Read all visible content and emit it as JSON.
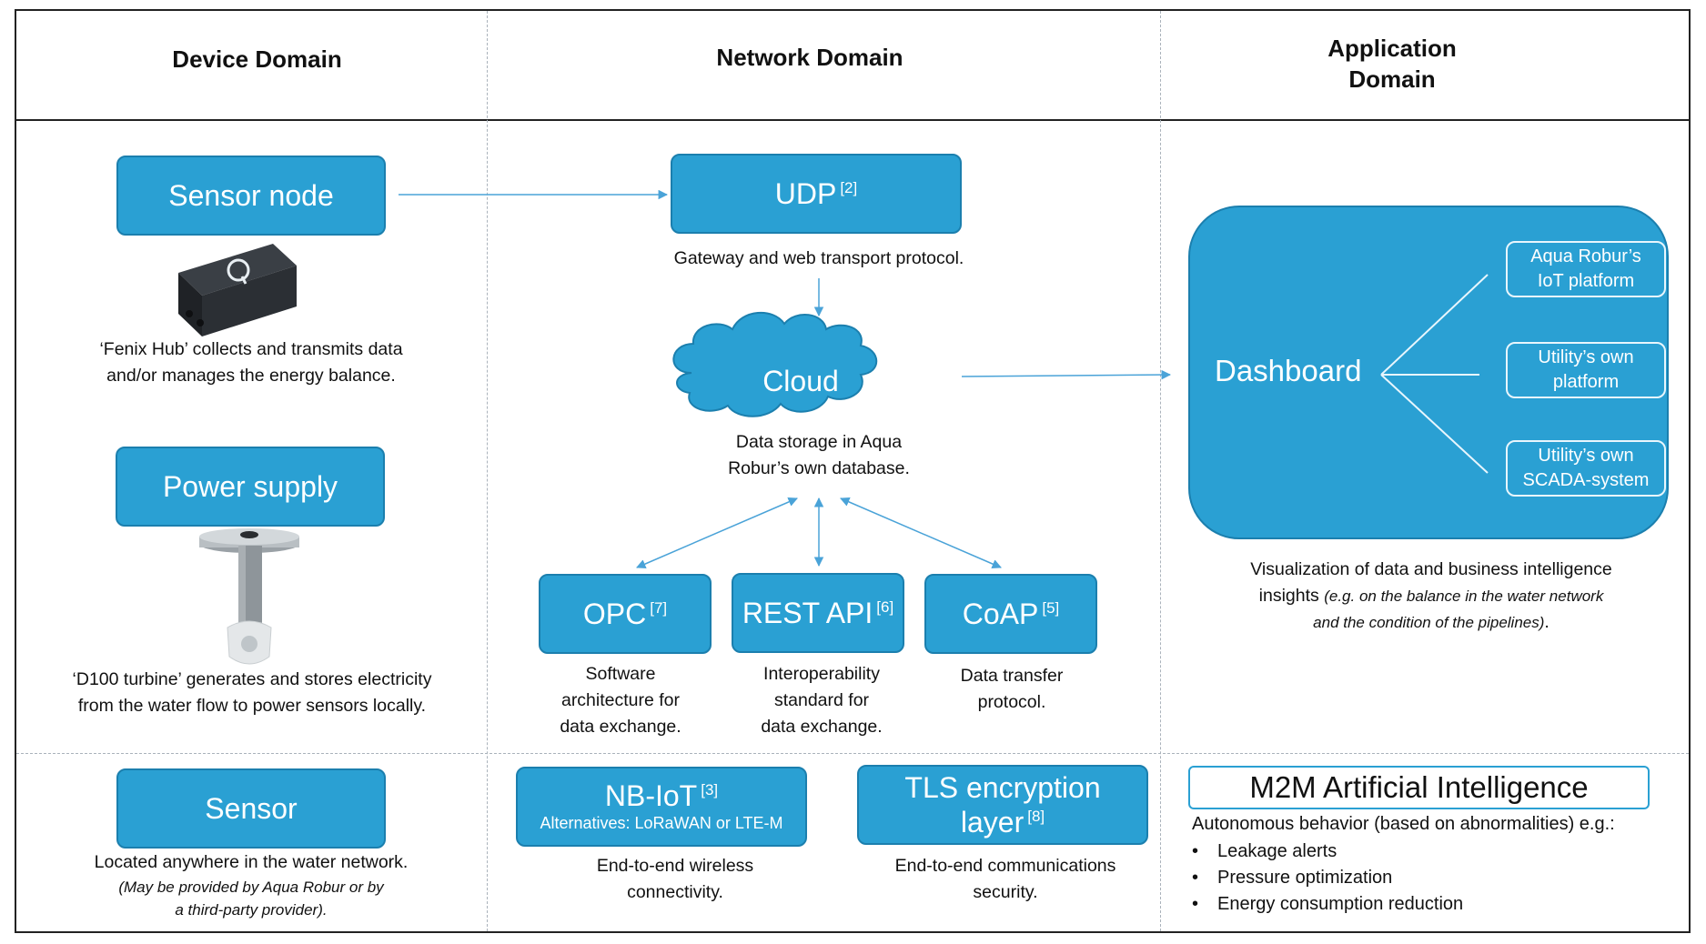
{
  "headers": {
    "device": "Device Domain",
    "network": "Network Domain",
    "application_line1": "Application",
    "application_line2": "Domain"
  },
  "device": {
    "sensor_node": "Sensor node",
    "fenix_caption_line1": "‘Fenix Hub’ collects and transmits data",
    "fenix_caption_line2": "and/or manages the energy balance.",
    "power_supply": "Power supply",
    "turbine_caption_line1": "‘D100 turbine’ generates and stores electricity",
    "turbine_caption_line2": "from the water flow to power sensors locally.",
    "sensor": "Sensor",
    "sensor_caption_line1": "Located anywhere in the water network.",
    "sensor_caption_line2": "(May be provided by Aqua Robur or by",
    "sensor_caption_line3": "a third-party provider)."
  },
  "network": {
    "udp": "UDP",
    "udp_ref": "[2]",
    "udp_caption": "Gateway and web transport protocol.",
    "cloud": "Cloud",
    "cloud_caption_line1": "Data storage in Aqua",
    "cloud_caption_line2": "Robur’s own database.",
    "opc": "OPC",
    "opc_ref": "[7]",
    "opc_caption_line1": "Software",
    "opc_caption_line2": "architecture for",
    "opc_caption_line3": "data exchange.",
    "rest": "REST API",
    "rest_ref": "[6]",
    "rest_caption_line1": "Interoperability",
    "rest_caption_line2": "standard for",
    "rest_caption_line3": "data exchange.",
    "coap": "CoAP",
    "coap_ref": "[5]",
    "coap_caption_line1": "Data transfer",
    "coap_caption_line2": "protocol.",
    "nbiot": "NB-IoT",
    "nbiot_ref": "[3]",
    "nbiot_alt": "Alternatives: LoRaWAN or LTE-M",
    "nbiot_caption_line1": "End-to-end wireless",
    "nbiot_caption_line2": "connectivity.",
    "tls_line1": "TLS  encryption",
    "tls_line2": "layer",
    "tls_ref": "[8]",
    "tls_caption_line1": "End-to-end communications",
    "tls_caption_line2": "security."
  },
  "application": {
    "dashboard": "Dashboard",
    "sub1_line1": "Aqua Robur’s",
    "sub1_line2": "IoT platform",
    "sub2_line1": "Utility’s own",
    "sub2_line2": "platform",
    "sub3_line1": "Utility’s own",
    "sub3_line2": "SCADA-system",
    "viz_line1": "Visualization of data and business intelligence",
    "viz_line2a": "insights ",
    "viz_line2b": "(e.g. on the balance in the water network",
    "viz_line3a": "and the condition of the pipelines)",
    "viz_line3b": ".",
    "m2m_title": "M2M Artificial Intelligence",
    "m2m_text": "Autonomous behavior (based on abnormalities) e.g.:",
    "bullets": [
      "Leakage alerts",
      "Pressure optimization",
      "Energy consumption reduction"
    ]
  },
  "colors": {
    "box": "#2aa0d3",
    "box_border": "#1b7fae",
    "arrow": "#4aa3d8",
    "cloud": "#2aa0d3"
  }
}
